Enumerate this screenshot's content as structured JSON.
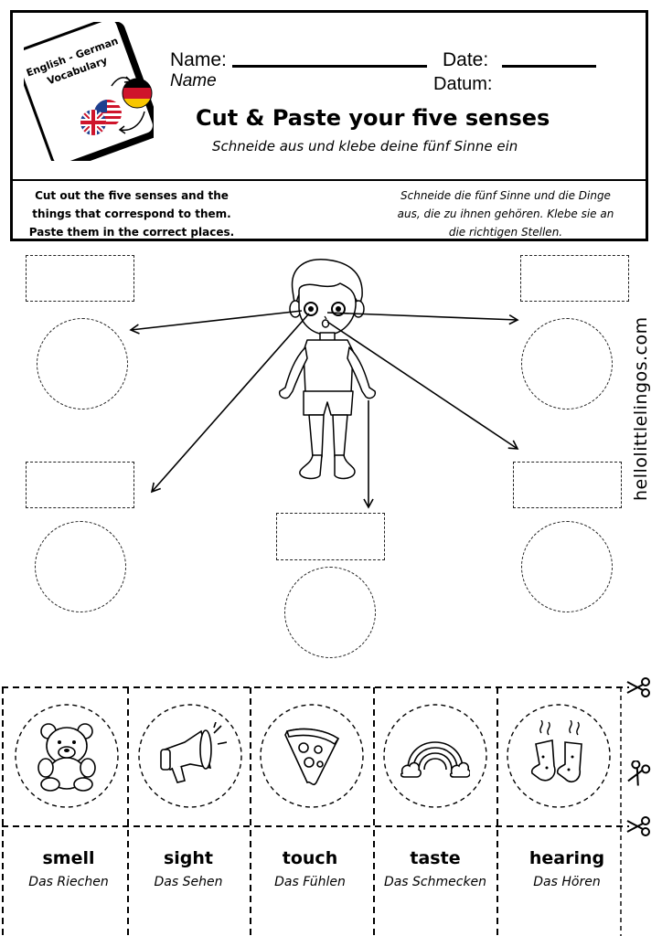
{
  "logo": {
    "line1": "English - German",
    "line2": "Vocabulary"
  },
  "header": {
    "name_label": "Name:",
    "name_label_de": "Name",
    "date_label": "Date:",
    "date_label_de": "Datum:",
    "title": "Cut & Paste your five senses",
    "subtitle": "Schneide aus und klebe deine fünf Sinne ein"
  },
  "instructions": {
    "en": [
      "Cut out the five senses and the",
      "things that correspond to them.",
      "Paste them in the correct places."
    ],
    "de": [
      "Schneide die fünf Sinne und die Dinge",
      "aus, die zu ihnen gehören. Klebe sie an",
      "die richtigen Stellen."
    ]
  },
  "side_url": "hellolittlelingos.com",
  "cards": [
    {
      "icon": "teddy-bear-icon",
      "word": "smell",
      "word_de": "Das Riechen"
    },
    {
      "icon": "megaphone-icon",
      "word": "sight",
      "word_de": "Das Sehen"
    },
    {
      "icon": "pizza-slice-icon",
      "word": "touch",
      "word_de": "Das Fühlen"
    },
    {
      "icon": "rainbow-icon",
      "word": "taste",
      "word_de": "Das Schmecken"
    },
    {
      "icon": "smelly-socks-icon",
      "word": "hearing",
      "word_de": "Das Hören"
    }
  ],
  "colors": {
    "flag_red": "#cf142b",
    "flag_blue": "#1d3f8f",
    "flag_gold": "#f7c600"
  }
}
